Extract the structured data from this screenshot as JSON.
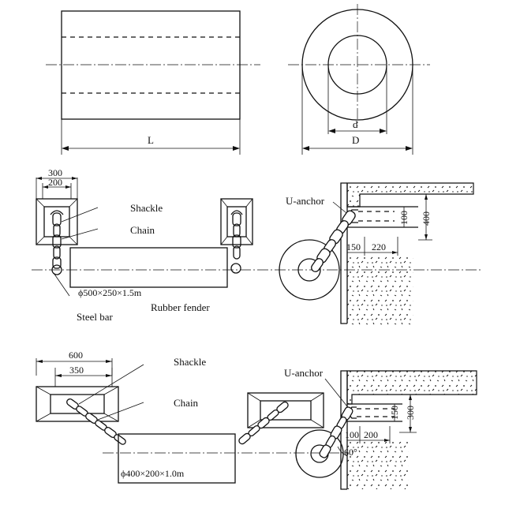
{
  "top_view": {
    "length_label": "L",
    "outer_diameter_label": "D",
    "inner_diameter_label": "d"
  },
  "middle_view": {
    "dim_outer": "300",
    "dim_inner": "200",
    "shackle_label": "Shackle",
    "chain_label": "Chain",
    "steel_bar_label": "Steel bar",
    "rubber_fender_label": "Rubber fender",
    "fender_spec": "ϕ500×250×1.5m",
    "anchor_label": "U-anchor",
    "dim_100": "100",
    "dim_400": "400",
    "dim_150": "150",
    "dim_220": "220"
  },
  "bottom_view": {
    "dim_outer": "600",
    "dim_inner": "350",
    "shackle_label": "Shackle",
    "chain_label": "Chain",
    "fender_spec": "ϕ400×200×1.0m",
    "anchor_label": "U-anchor",
    "dim_150": "150",
    "dim_300": "300",
    "dim_100": "100",
    "dim_200": "200",
    "angle_label": "60°"
  },
  "colors": {
    "line": "#111111",
    "background": "#ffffff"
  }
}
